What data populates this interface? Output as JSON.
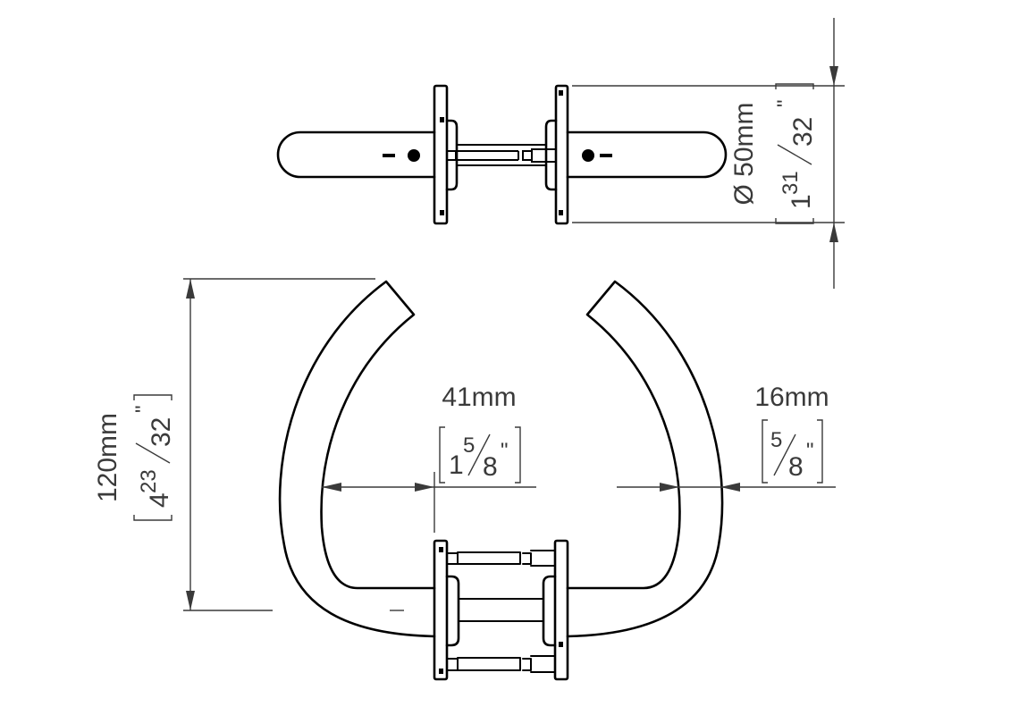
{
  "dimensions": {
    "diameter": {
      "symbol": "Ø",
      "metric": "50mm",
      "imperial_whole": "1",
      "imperial_num": "31",
      "imperial_den": "32",
      "inch_mark": "\""
    },
    "height": {
      "metric": "120mm",
      "imperial_whole": "4",
      "imperial_num": "23",
      "imperial_den": "32",
      "inch_mark": "\""
    },
    "projection": {
      "metric": "41mm",
      "imperial_whole": "1",
      "imperial_num": "5",
      "imperial_den": "8",
      "inch_mark": "\""
    },
    "grip": {
      "metric": "16mm",
      "imperial_num": "5",
      "imperial_den": "8",
      "inch_mark": "\""
    }
  },
  "colors": {
    "line": "#000000",
    "dimension": "#3a3a3a"
  }
}
